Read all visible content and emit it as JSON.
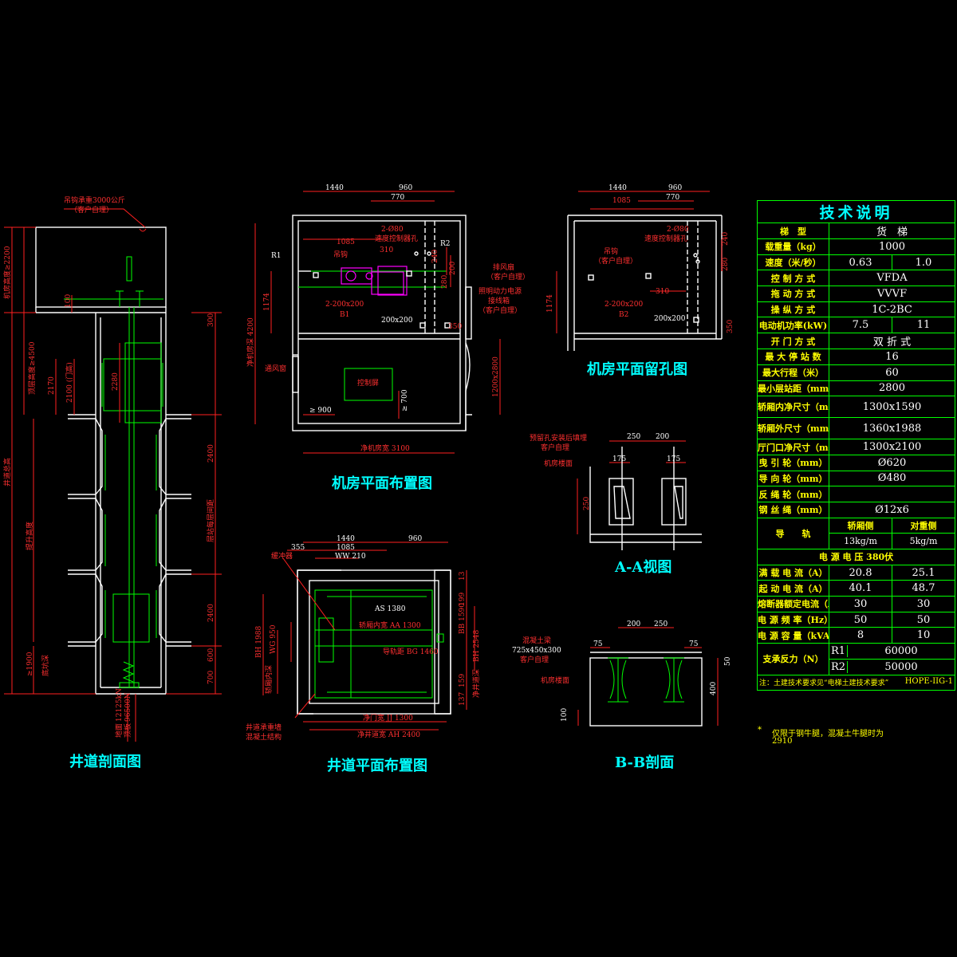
{
  "titles": {
    "shaft_section": "井道剖面图",
    "machine_room_plan": "机房平面布置图",
    "machine_room_openings": "机房平面留孔图",
    "view_aa": "A-A视图",
    "shaft_plan": "井道平面布置图",
    "section_bb": "B-B剖面"
  },
  "shaft_section": {
    "hook_note": "吊钩承重3000公斤",
    "hook_note2": "（客户自理）",
    "dim_room_height": "机房高度≥2200",
    "dim_top": "顶层高度≥4500",
    "dim_2170": "2170",
    "dim_2100": "2100 (门高)",
    "dim_2280": "2280",
    "dim_total": "井道总高",
    "dim_travel": "提升高度",
    "dim_pit": "≥1900",
    "dim_pit_lbl": "底坑深",
    "dim_300": "300",
    "dim_2400a": "2400",
    "dim_2400b": "2400",
    "dim_floor_label": "层站每层间距",
    "dim_600": "600",
    "dim_700": "700",
    "dim_100": "100",
    "bottom_1": "地面",
    "bottom_2": "12125kN",
    "bottom_3": "顶板",
    "bottom_4": "96500N"
  },
  "machine_room": {
    "dim_1440": "1440",
    "dim_960": "960",
    "dim_770": "770",
    "dim_1085": "1085",
    "dim_310": "310",
    "hole_speed": "2-Ø80",
    "hole_speed_lbl": "速度控制器孔",
    "r1": "R1",
    "r2": "R2",
    "hook_lbl": "吊钩",
    "holes_200": "2-200x200",
    "hole_mark": "B1",
    "hole_200": "200x200",
    "dim_350": "350",
    "dim_280": "280",
    "dim_240": "240",
    "dim_200": "200",
    "dim_1174": "1174",
    "dim_4200": "净机房深 4200",
    "vent": "排风扇",
    "vent_note": "（客户自理）",
    "power_lbl": "照明动力电源",
    "power_lbl2": "接线箱",
    "power_note": "（客户自理）",
    "window": "通风窗",
    "control_cab": "控制屏",
    "min_900": "≥ 900",
    "min_700": "≥ 700",
    "side_dim": "1200x2800",
    "width": "净机房宽 3100"
  },
  "openings": {
    "dim_1440": "1440",
    "dim_960": "960",
    "dim_1085": "1085",
    "dim_770": "770",
    "hole_speed": "2-Ø80",
    "hole_speed_lbl": "速度控制器孔",
    "hook_lbl": "吊钩",
    "hook_note": "（客户自理）",
    "holes_200": "2-200x200",
    "hole_mark": "B2",
    "dim_310": "310",
    "hole_200": "200x200",
    "dim_350": "350",
    "dim_1174": "1174",
    "dim_240": "240",
    "dim_280": "280"
  },
  "view_aa": {
    "note1": "预留孔安装后填埋",
    "note2": "客户自理",
    "note3": "机房楼面",
    "dim_250": "250",
    "dim_200": "200",
    "dim_175a": "175",
    "dim_175b": "175",
    "dim_side": "250"
  },
  "shaft_plan": {
    "dim_1440": "1440",
    "dim_960": "960",
    "dim_355": "355",
    "dim_1085": "1085",
    "ww": "WW 210",
    "buffer": "缓冲器",
    "as": "AS 1380",
    "aa": "轿厢内宽 AA 1300",
    "bg": "导轨距 BG 1460",
    "bh": "BH 1988",
    "wg": "WG 950",
    "bb_lbl": "BB 1590",
    "bh2": "BH 2548",
    "h_199": "199",
    "h_159": "159",
    "h_137": "137",
    "h_13": "13",
    "jj": "净门宽 JJ 1300",
    "ah": "净井道宽 AH 2400",
    "wall_note1": "井道承重墙",
    "wall_note2": "混凝土结构",
    "side_note": "轿厢内深",
    "side_note2": "净井道深"
  },
  "section_bb": {
    "note1": "混凝土梁",
    "note2": "725x450x300",
    "note3": "客户自理",
    "note4": "机房楼面",
    "dim_200": "200",
    "dim_250": "250",
    "dim_75a": "75",
    "dim_75b": "75",
    "dim_50": "50",
    "dim_400": "400",
    "dim_100": "100"
  },
  "spec": {
    "title": "技术说明",
    "rows": [
      {
        "label": "梯　型",
        "value": "货　梯"
      },
      {
        "label": "载重量（kg）",
        "value": "1000"
      },
      {
        "label": "速度（米/秒）",
        "v1": "0.63",
        "v2": "1.0"
      },
      {
        "label": "控 制 方 式",
        "value": "VFDA"
      },
      {
        "label": "拖 动 方 式",
        "value": "VVVF"
      },
      {
        "label": "操 纵 方 式",
        "value": "1C-2BC"
      },
      {
        "label": "电动机功率(kW)",
        "v1": "7.5",
        "v2": "11"
      },
      {
        "label": "开 门 方 式",
        "value": "双 折 式"
      },
      {
        "label": "最 大 停 站 数",
        "value": "16"
      },
      {
        "label": "最大行程（米）",
        "value": "60"
      },
      {
        "label": "最小层站距（mm）",
        "value": "2800"
      },
      {
        "label": "轿厢内净尺寸（mm）",
        "value": "1300x1590"
      },
      {
        "label": "轿厢外尺寸（mm）",
        "value": "1360x1988"
      },
      {
        "label": "厅门口净尺寸（mm）",
        "value": "1300x2100"
      },
      {
        "label": "曳 引 轮（mm）",
        "value": "Ø620"
      },
      {
        "label": "导 向 轮（mm）",
        "value": "Ø480"
      },
      {
        "label": "反 绳 轮（mm）",
        "value": ""
      },
      {
        "label": "钢 丝 绳（mm）",
        "value": "Ø12x6"
      }
    ],
    "rail_label": "导　　轨",
    "rail_car_head": "轿厢侧",
    "rail_cw_head": "对重侧",
    "rail_car": "13kg/m",
    "rail_cw": "5kg/m",
    "voltage_row": "电 源 电 压 380伏",
    "elec_rows": [
      {
        "label": "满 载 电 流（A）",
        "v1": "20.8",
        "v2": "25.1"
      },
      {
        "label": "起 动 电 流（A）",
        "v1": "40.1",
        "v2": "48.7"
      },
      {
        "label": "熔断器额定电流（A）",
        "v1": "30",
        "v2": "30"
      },
      {
        "label": "电 源 频 率（Hz）",
        "v1": "50",
        "v2": "50"
      },
      {
        "label": "电 源 容 量（kVA）",
        "v1": "8",
        "v2": "10"
      }
    ],
    "reaction_label": "支承反力（N）",
    "r1_label": "R1",
    "r1_value": "60000",
    "r2_label": "R2",
    "r2_value": "50000",
    "note": "注：土建技术要求见“电梯土建技术要求”",
    "code": "HOPE-IIG-1"
  },
  "footnote": {
    "star": "*",
    "line1": "仅限于钢牛腿，混凝土牛腿时为",
    "line2": "2910"
  }
}
